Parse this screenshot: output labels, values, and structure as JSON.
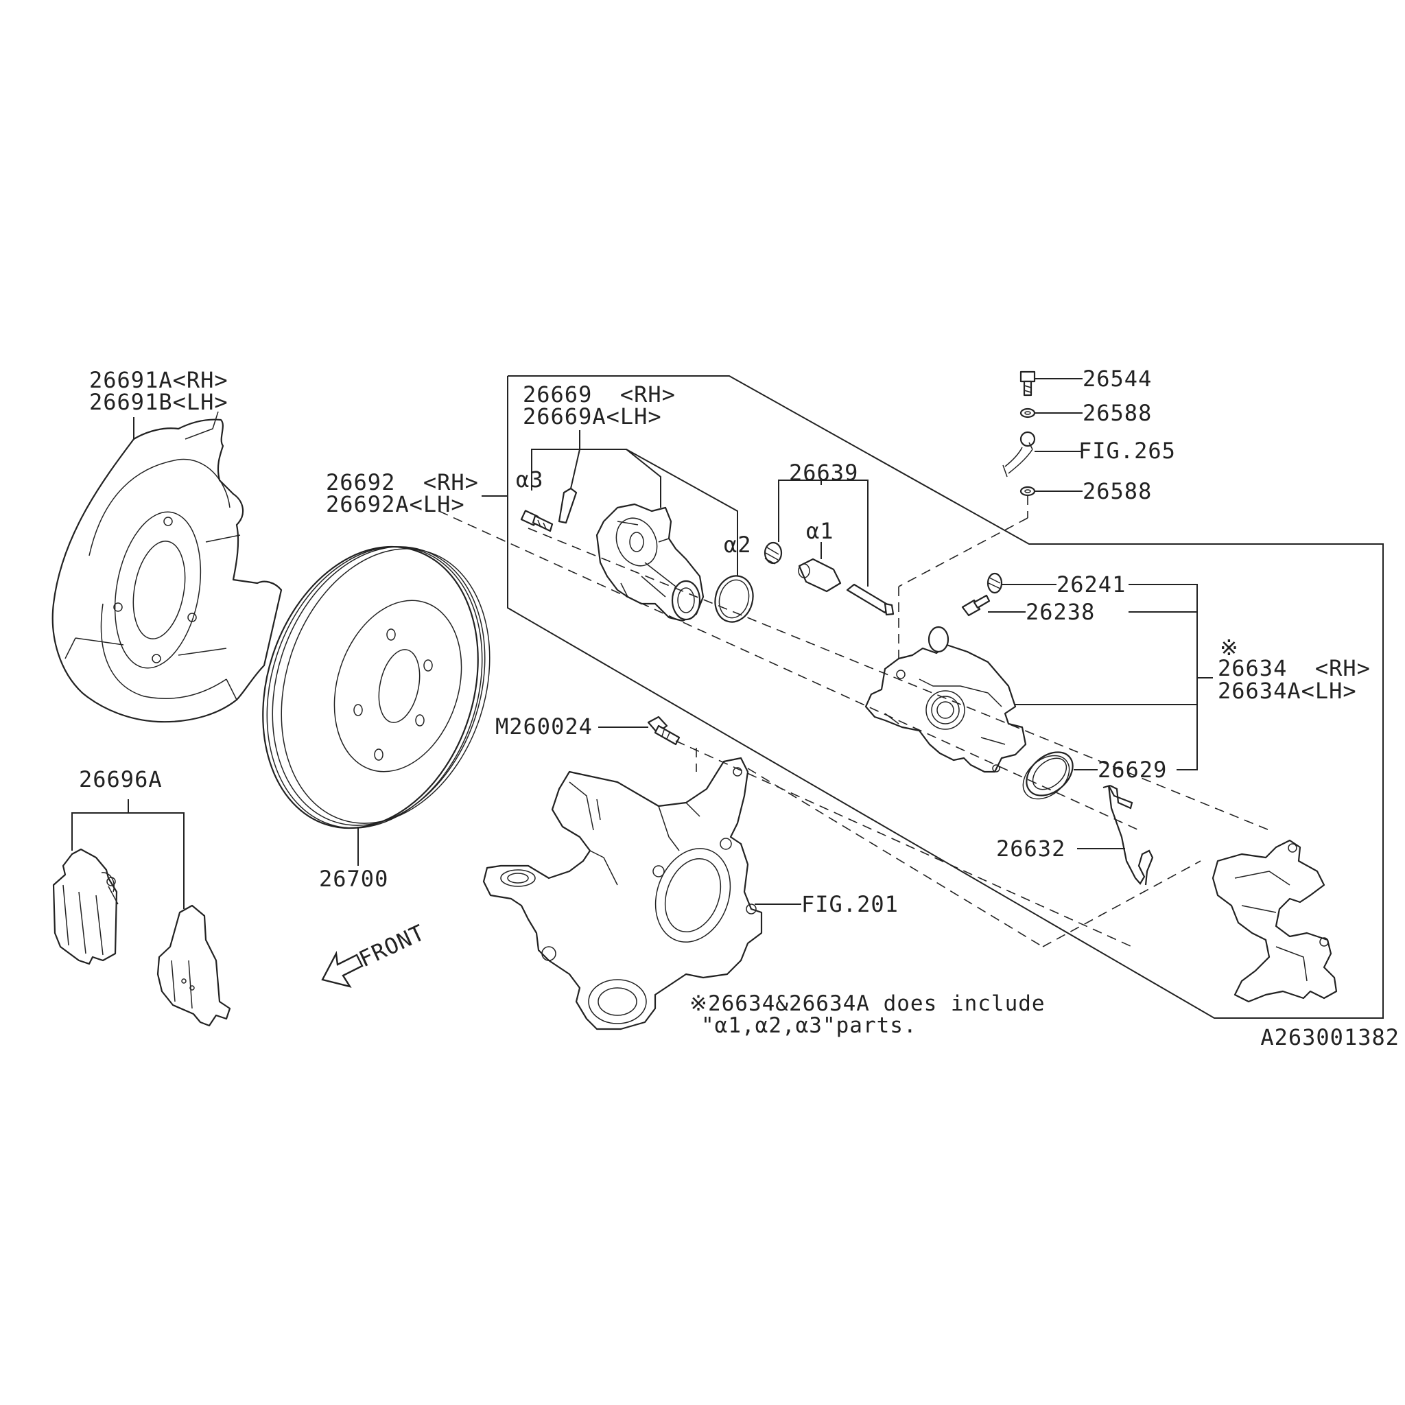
{
  "labels": {
    "p26691": [
      "26691A<RH>",
      "26691B<LH>"
    ],
    "p26669": [
      "26669  <RH>",
      "26669A<LH>"
    ],
    "p26692": [
      "26692  <RH>",
      "26692A<LH>"
    ],
    "a3": "α3",
    "a2": "α2",
    "a1": "α1",
    "p26639": "26639",
    "p26544": "26544",
    "p26588_top": "26588",
    "fig265": "FIG.265",
    "p26588_bottom": "26588",
    "p26241": "26241",
    "p26238": "26238",
    "mark": "※",
    "p26634": [
      "26634  <RH>",
      "26634A<LH>"
    ],
    "p26629": "26629",
    "p26632": "26632",
    "m260024": "M260024",
    "p26696a": "26696A",
    "p26700": "26700",
    "fig201": "FIG.201",
    "front": "FRONT",
    "note": [
      "※26634&26634A does include",
      "\"α1,α2,α3\"parts."
    ],
    "code": "A263001382"
  }
}
